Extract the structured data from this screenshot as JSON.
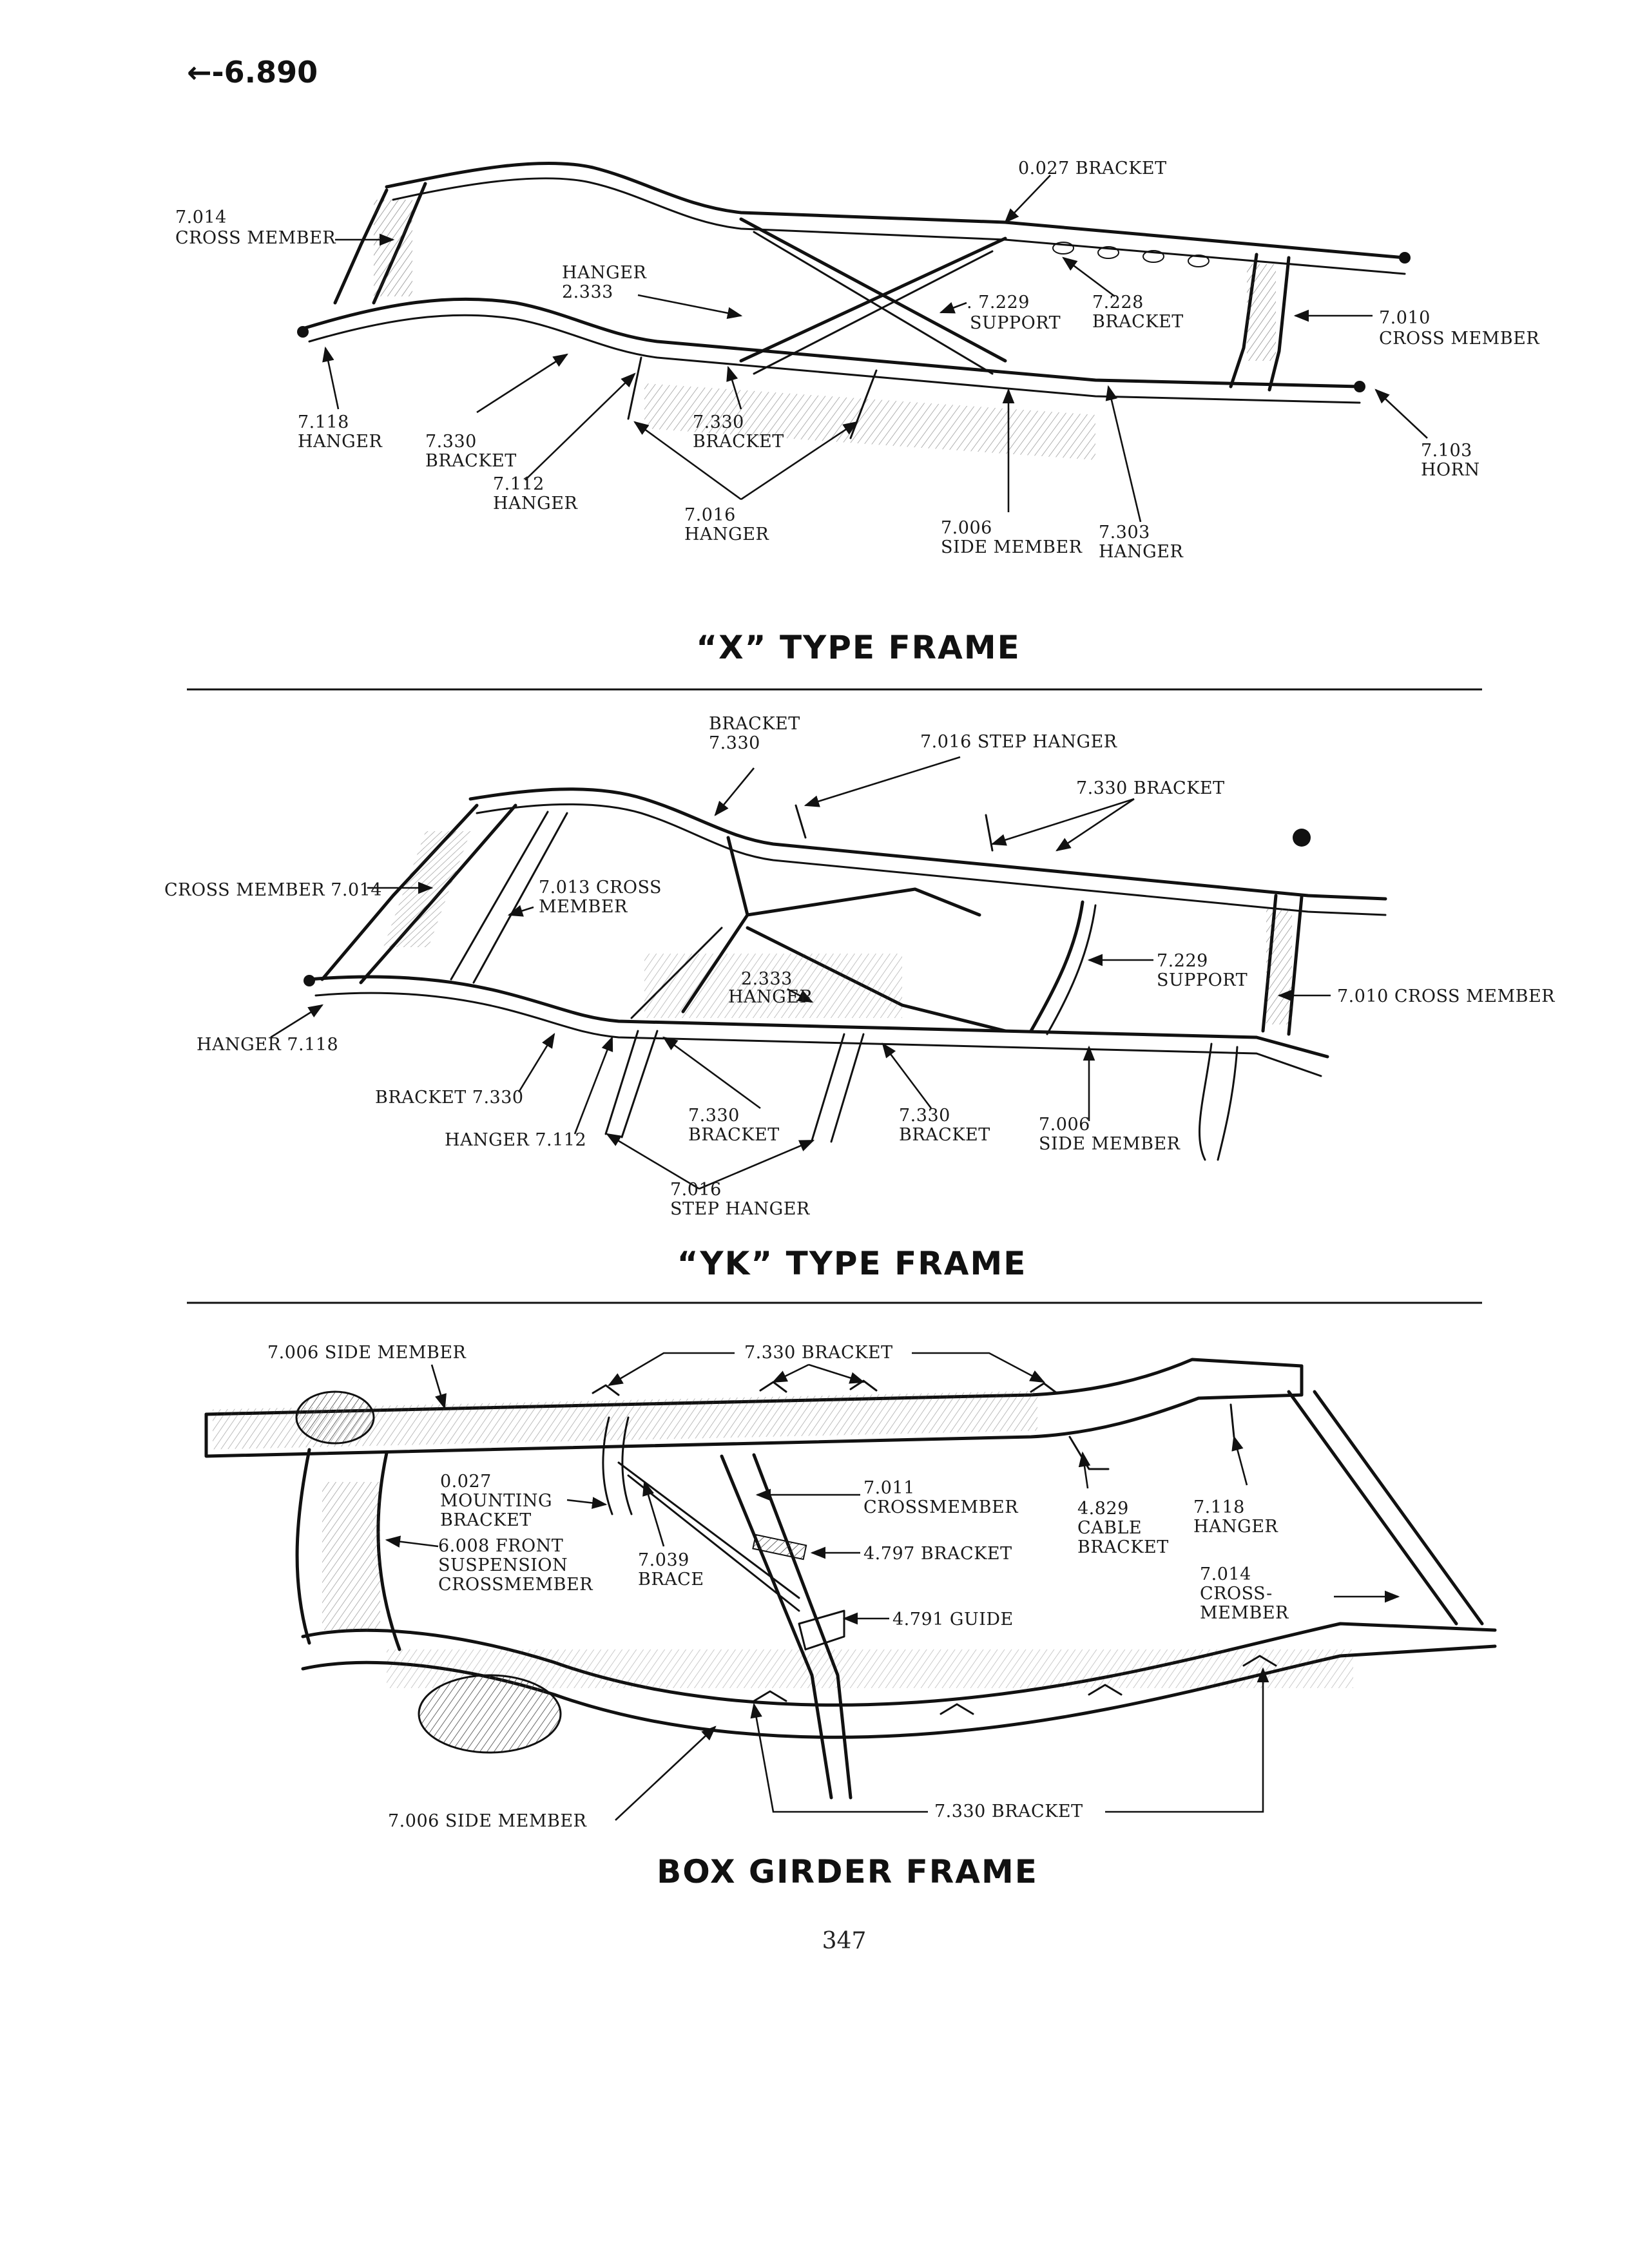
{
  "page": {
    "ref_number": "←-6.890",
    "page_number": "347"
  },
  "colors": {
    "ink": "#111111",
    "paper": "#ffffff"
  },
  "figures": {
    "x_frame": {
      "title": "“X” TYPE FRAME",
      "labels": {
        "bracket_0027": "0.027 BRACKET",
        "cross_member_7014_num": "7.014",
        "cross_member_7014_text": "CROSS MEMBER",
        "hanger_2333_text": "HANGER",
        "hanger_2333_num": "2.333",
        "support_7229_num": ". 7.229",
        "support_7229_text": "SUPPORT",
        "bracket_7228_num": "7.228",
        "bracket_7228_text": "BRACKET",
        "cross_member_7010_num": "7.010",
        "cross_member_7010_text": "CROSS MEMBER",
        "hanger_7118_num": "7.118",
        "hanger_7118_text": "HANGER",
        "bracket_7330a_num": "7.330",
        "bracket_7330a_text": "BRACKET",
        "bracket_7330b_num": "7.330",
        "bracket_7330b_text": "BRACKET",
        "hanger_7112_num": "7.112",
        "hanger_7112_text": "HANGER",
        "hanger_7016_num": "7.016",
        "hanger_7016_text": "HANGER",
        "side_member_7006_num": "7.006",
        "side_member_7006_text": "SIDE MEMBER",
        "hanger_7303_num": "7.303",
        "hanger_7303_text": "HANGER",
        "horn_7103_num": "7.103",
        "horn_7103_text": "HORN"
      }
    },
    "yk_frame": {
      "title": "“YK” TYPE FRAME",
      "labels": {
        "bracket_top_text": "BRACKET",
        "bracket_top_num": "7.330",
        "step_hanger_top": "7.016 STEP HANGER",
        "bracket_7330_top": "7.330 BRACKET",
        "cross_member_7014": "CROSS MEMBER 7.014",
        "cross_7013_line1": "7.013 CROSS",
        "cross_7013_line2": "MEMBER",
        "support_7229_num": "7.229",
        "support_7229_text": "SUPPORT",
        "hanger_2333_num": "2.333",
        "hanger_2333_text": "HANGER",
        "cross_member_7010": "7.010 CROSS MEMBER",
        "hanger_7118": "HANGER 7.118",
        "bracket_7330_left": "BRACKET 7.330",
        "hanger_7112": "HANGER 7.112",
        "bracket_7330_mid_num": "7.330",
        "bracket_7330_mid_text": "BRACKET",
        "bracket_7330_right_num": "7.330",
        "bracket_7330_right_text": "BRACKET",
        "side_member_7006_num": "7.006",
        "side_member_7006_text": "SIDE MEMBER",
        "step_hanger_bottom_num": "7.016",
        "step_hanger_bottom_text": "STEP HANGER"
      }
    },
    "box_frame": {
      "title": "BOX GIRDER FRAME",
      "labels": {
        "side_member_top": "7.006 SIDE MEMBER",
        "bracket_top": "7.330 BRACKET",
        "mounting_num": "0.027",
        "mounting_line1": "MOUNTING",
        "mounting_line2": "BRACKET",
        "crossmember_7011_num": "7.011",
        "crossmember_7011_text": "CROSSMEMBER",
        "cable_num": "4.829",
        "cable_line1": "CABLE",
        "cable_line2": "BRACKET",
        "hanger_7118_num": "7.118",
        "hanger_7118_text": "HANGER",
        "front_susp_line1": "6.008 FRONT",
        "front_susp_line2": "SUSPENSION",
        "front_susp_line3": "CROSSMEMBER",
        "brace_num": "7.039",
        "brace_text": "BRACE",
        "bracket_4797": "4.797 BRACKET",
        "cross_7014_num": "7.014",
        "cross_7014_line1": "CROSS-",
        "cross_7014_line2": "MEMBER",
        "guide_4791": "4.791 GUIDE",
        "side_member_bottom": "7.006 SIDE MEMBER",
        "bracket_bottom": "7.330 BRACKET"
      }
    }
  }
}
